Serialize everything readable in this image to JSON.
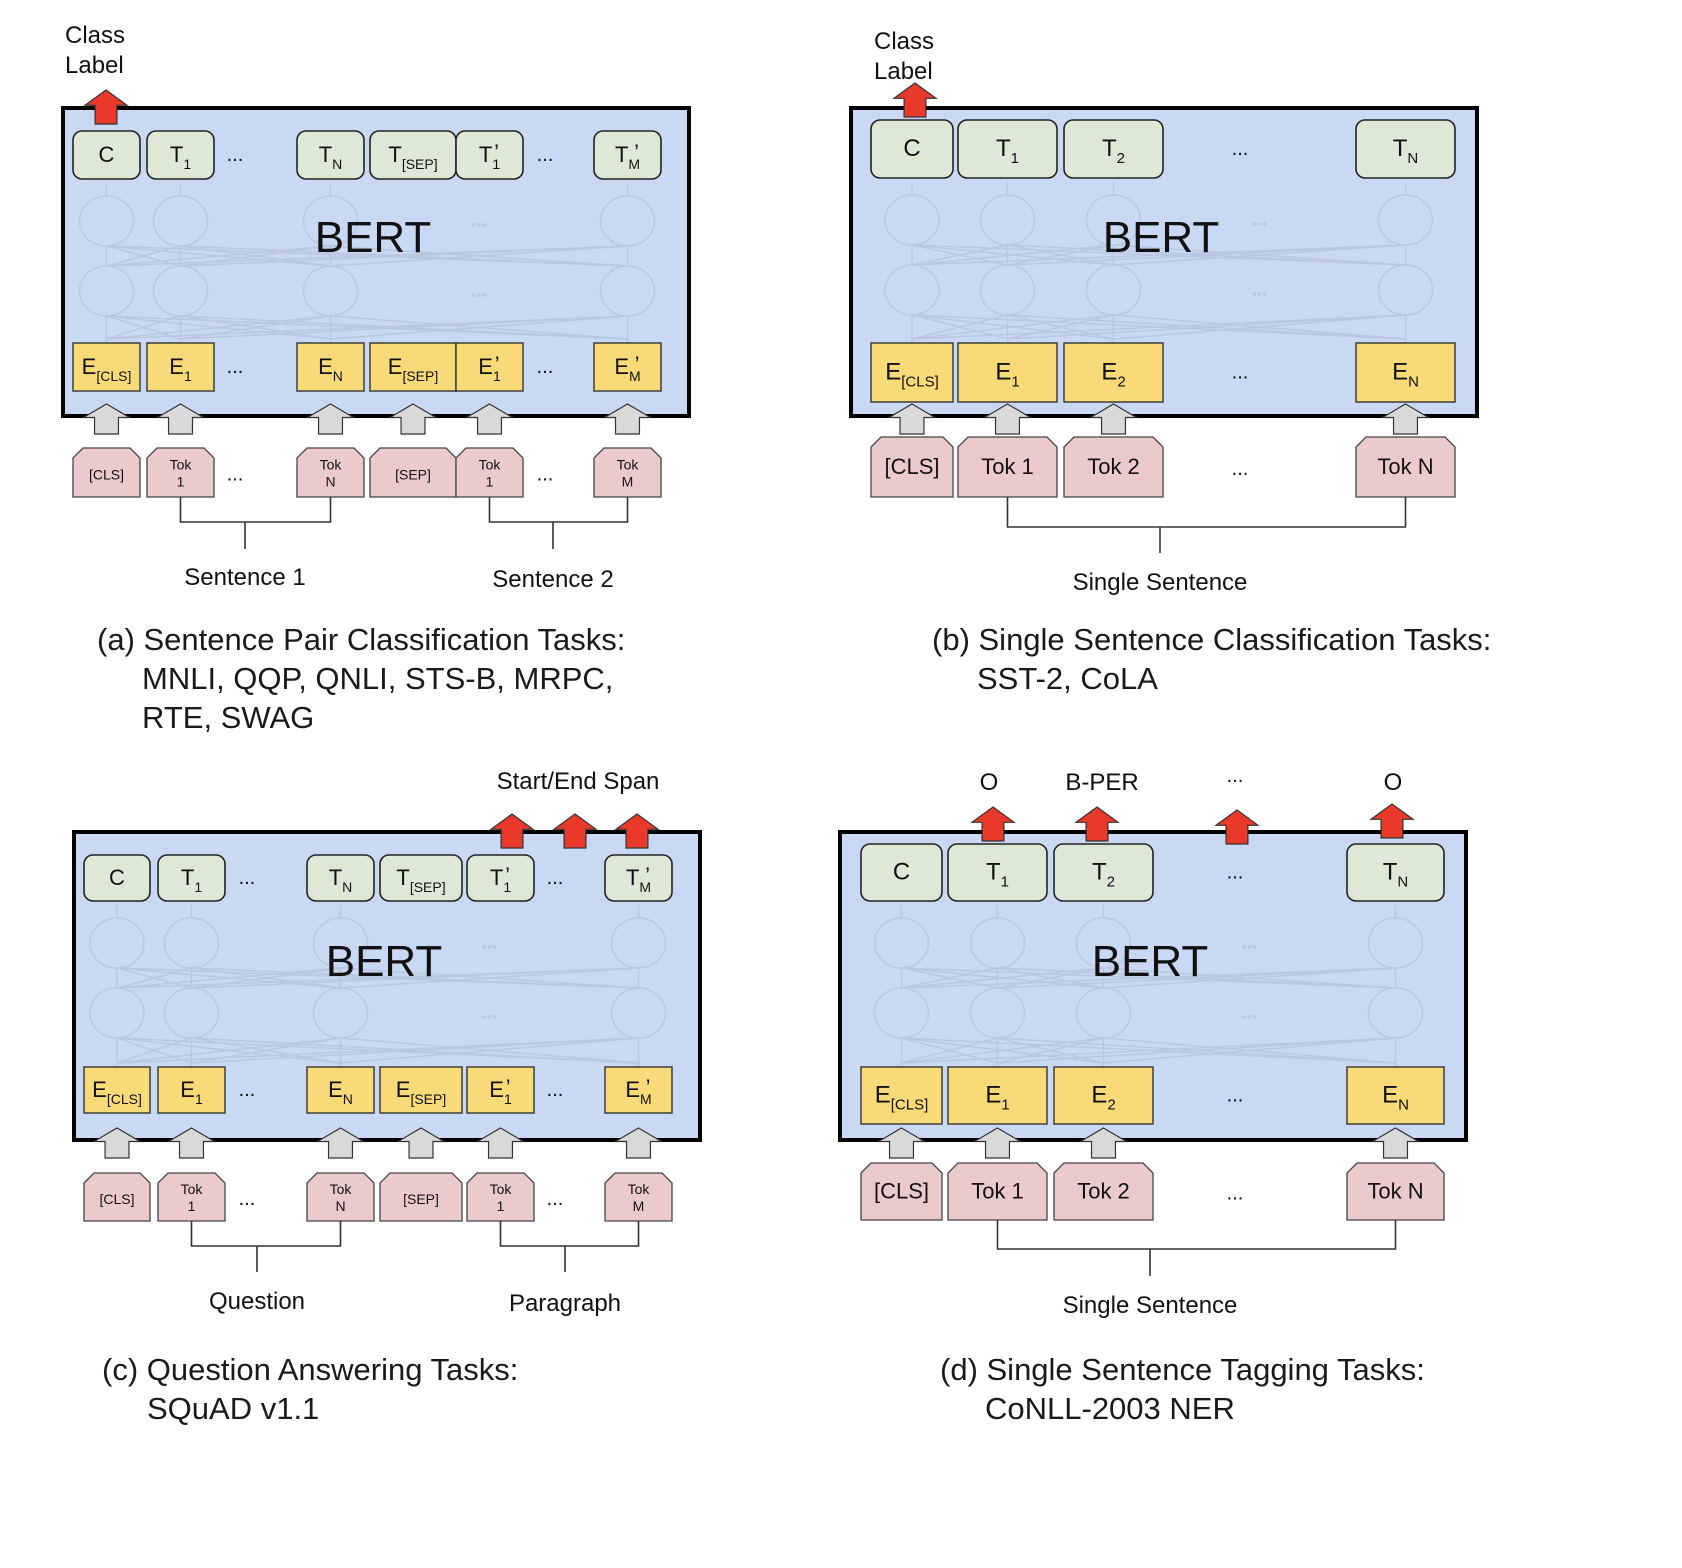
{
  "figure": {
    "colors": {
      "bert_box_fill": "#c9d8f3",
      "bert_box_stroke": "#000000",
      "output_box_fill": "#dde8d6",
      "embedding_box_fill": "#f8da78",
      "token_box_fill": "#ebcacb",
      "input_arrow_fill": "#d9d9d9",
      "output_arrow_fill": "#e8392a",
      "faint_network": "#b8c4dc"
    },
    "model_label": "BERT",
    "ellipsis": "..."
  },
  "panels": [
    {
      "id": "a",
      "caption_lines": [
        "(a) Sentence Pair Classification Tasks:",
        "MNLI, QQP, QNLI, STS-B, MRPC,",
        "RTE, SWAG"
      ],
      "output_label_lines": [
        "Class",
        "Label"
      ],
      "output_tokens": [
        {
          "base": "C",
          "sub": ""
        },
        {
          "base": "T",
          "sub": "1"
        },
        {
          "ellipsis": true
        },
        {
          "base": "T",
          "sub": "N"
        },
        {
          "base": "T",
          "sub": "[SEP]"
        },
        {
          "base": "T",
          "sub": "1",
          "prime": true
        },
        {
          "ellipsis": true
        },
        {
          "base": "T",
          "sub": "M",
          "prime": true
        }
      ],
      "embeddings": [
        {
          "base": "E",
          "sub": "[CLS]"
        },
        {
          "base": "E",
          "sub": "1"
        },
        {
          "ellipsis": true
        },
        {
          "base": "E",
          "sub": "N"
        },
        {
          "base": "E",
          "sub": "[SEP]"
        },
        {
          "base": "E",
          "sub": "1",
          "prime": true
        },
        {
          "ellipsis": true
        },
        {
          "base": "E",
          "sub": "M",
          "prime": true
        }
      ],
      "input_tokens": [
        {
          "lines": [
            "[CLS]"
          ]
        },
        {
          "lines": [
            "Tok",
            "1"
          ]
        },
        {
          "ellipsis": true
        },
        {
          "lines": [
            "Tok",
            "N"
          ]
        },
        {
          "lines": [
            "[SEP]"
          ]
        },
        {
          "lines": [
            "Tok",
            "1"
          ]
        },
        {
          "ellipsis": true
        },
        {
          "lines": [
            "Tok",
            "M"
          ]
        }
      ],
      "groups": [
        {
          "label": "Sentence 1"
        },
        {
          "label": "Sentence 2"
        }
      ],
      "output_arrows_over": "class"
    },
    {
      "id": "b",
      "caption_lines": [
        "(b) Single Sentence Classification Tasks:",
        "SST-2, CoLA"
      ],
      "output_label_lines": [
        "Class",
        "Label"
      ],
      "output_tokens": [
        {
          "base": "C",
          "sub": ""
        },
        {
          "base": "T",
          "sub": "1"
        },
        {
          "base": "T",
          "sub": "2"
        },
        {
          "ellipsis": true
        },
        {
          "base": "T",
          "sub": "N"
        }
      ],
      "embeddings": [
        {
          "base": "E",
          "sub": "[CLS]"
        },
        {
          "base": "E",
          "sub": "1"
        },
        {
          "base": "E",
          "sub": "2"
        },
        {
          "ellipsis": true
        },
        {
          "base": "E",
          "sub": "N"
        }
      ],
      "input_tokens": [
        {
          "lines": [
            "[CLS]"
          ]
        },
        {
          "lines": [
            "Tok 1"
          ]
        },
        {
          "lines": [
            "Tok 2"
          ]
        },
        {
          "ellipsis": true
        },
        {
          "lines": [
            "Tok N"
          ]
        }
      ],
      "groups": [
        {
          "label": "Single Sentence"
        }
      ],
      "output_arrows_over": "class"
    },
    {
      "id": "c",
      "caption_lines": [
        "(c) Question Answering Tasks:",
        "SQuAD v1.1"
      ],
      "output_label_lines": [
        "Start/End Span"
      ],
      "output_tokens": [
        {
          "base": "C",
          "sub": ""
        },
        {
          "base": "T",
          "sub": "1"
        },
        {
          "ellipsis": true
        },
        {
          "base": "T",
          "sub": "N"
        },
        {
          "base": "T",
          "sub": "[SEP]"
        },
        {
          "base": "T",
          "sub": "1",
          "prime": true
        },
        {
          "ellipsis": true
        },
        {
          "base": "T",
          "sub": "M",
          "prime": true
        }
      ],
      "embeddings": [
        {
          "base": "E",
          "sub": "[CLS]"
        },
        {
          "base": "E",
          "sub": "1"
        },
        {
          "ellipsis": true
        },
        {
          "base": "E",
          "sub": "N"
        },
        {
          "base": "E",
          "sub": "[SEP]"
        },
        {
          "base": "E",
          "sub": "1",
          "prime": true
        },
        {
          "ellipsis": true
        },
        {
          "base": "E",
          "sub": "M",
          "prime": true
        }
      ],
      "input_tokens": [
        {
          "lines": [
            "[CLS]"
          ]
        },
        {
          "lines": [
            "Tok",
            "1"
          ]
        },
        {
          "ellipsis": true
        },
        {
          "lines": [
            "Tok",
            "N"
          ]
        },
        {
          "lines": [
            "[SEP]"
          ]
        },
        {
          "lines": [
            "Tok",
            "1"
          ]
        },
        {
          "ellipsis": true
        },
        {
          "lines": [
            "Tok",
            "M"
          ]
        }
      ],
      "groups": [
        {
          "label": "Question"
        },
        {
          "label": "Paragraph"
        }
      ],
      "output_arrows_over": "span"
    },
    {
      "id": "d",
      "caption_lines": [
        "(d) Single Sentence Tagging Tasks:",
        "CoNLL-2003 NER"
      ],
      "output_label_lines": [],
      "tag_labels": [
        "O",
        "B-PER",
        "...",
        "O"
      ],
      "output_tokens": [
        {
          "base": "C",
          "sub": ""
        },
        {
          "base": "T",
          "sub": "1"
        },
        {
          "base": "T",
          "sub": "2"
        },
        {
          "ellipsis": true
        },
        {
          "base": "T",
          "sub": "N"
        }
      ],
      "embeddings": [
        {
          "base": "E",
          "sub": "[CLS]"
        },
        {
          "base": "E",
          "sub": "1"
        },
        {
          "base": "E",
          "sub": "2"
        },
        {
          "ellipsis": true
        },
        {
          "base": "E",
          "sub": "N"
        }
      ],
      "input_tokens": [
        {
          "lines": [
            "[CLS]"
          ]
        },
        {
          "lines": [
            "Tok 1"
          ]
        },
        {
          "lines": [
            "Tok 2"
          ]
        },
        {
          "ellipsis": true
        },
        {
          "lines": [
            "Tok N"
          ]
        }
      ],
      "groups": [
        {
          "label": "Single Sentence"
        }
      ],
      "output_arrows_over": "tags"
    }
  ]
}
